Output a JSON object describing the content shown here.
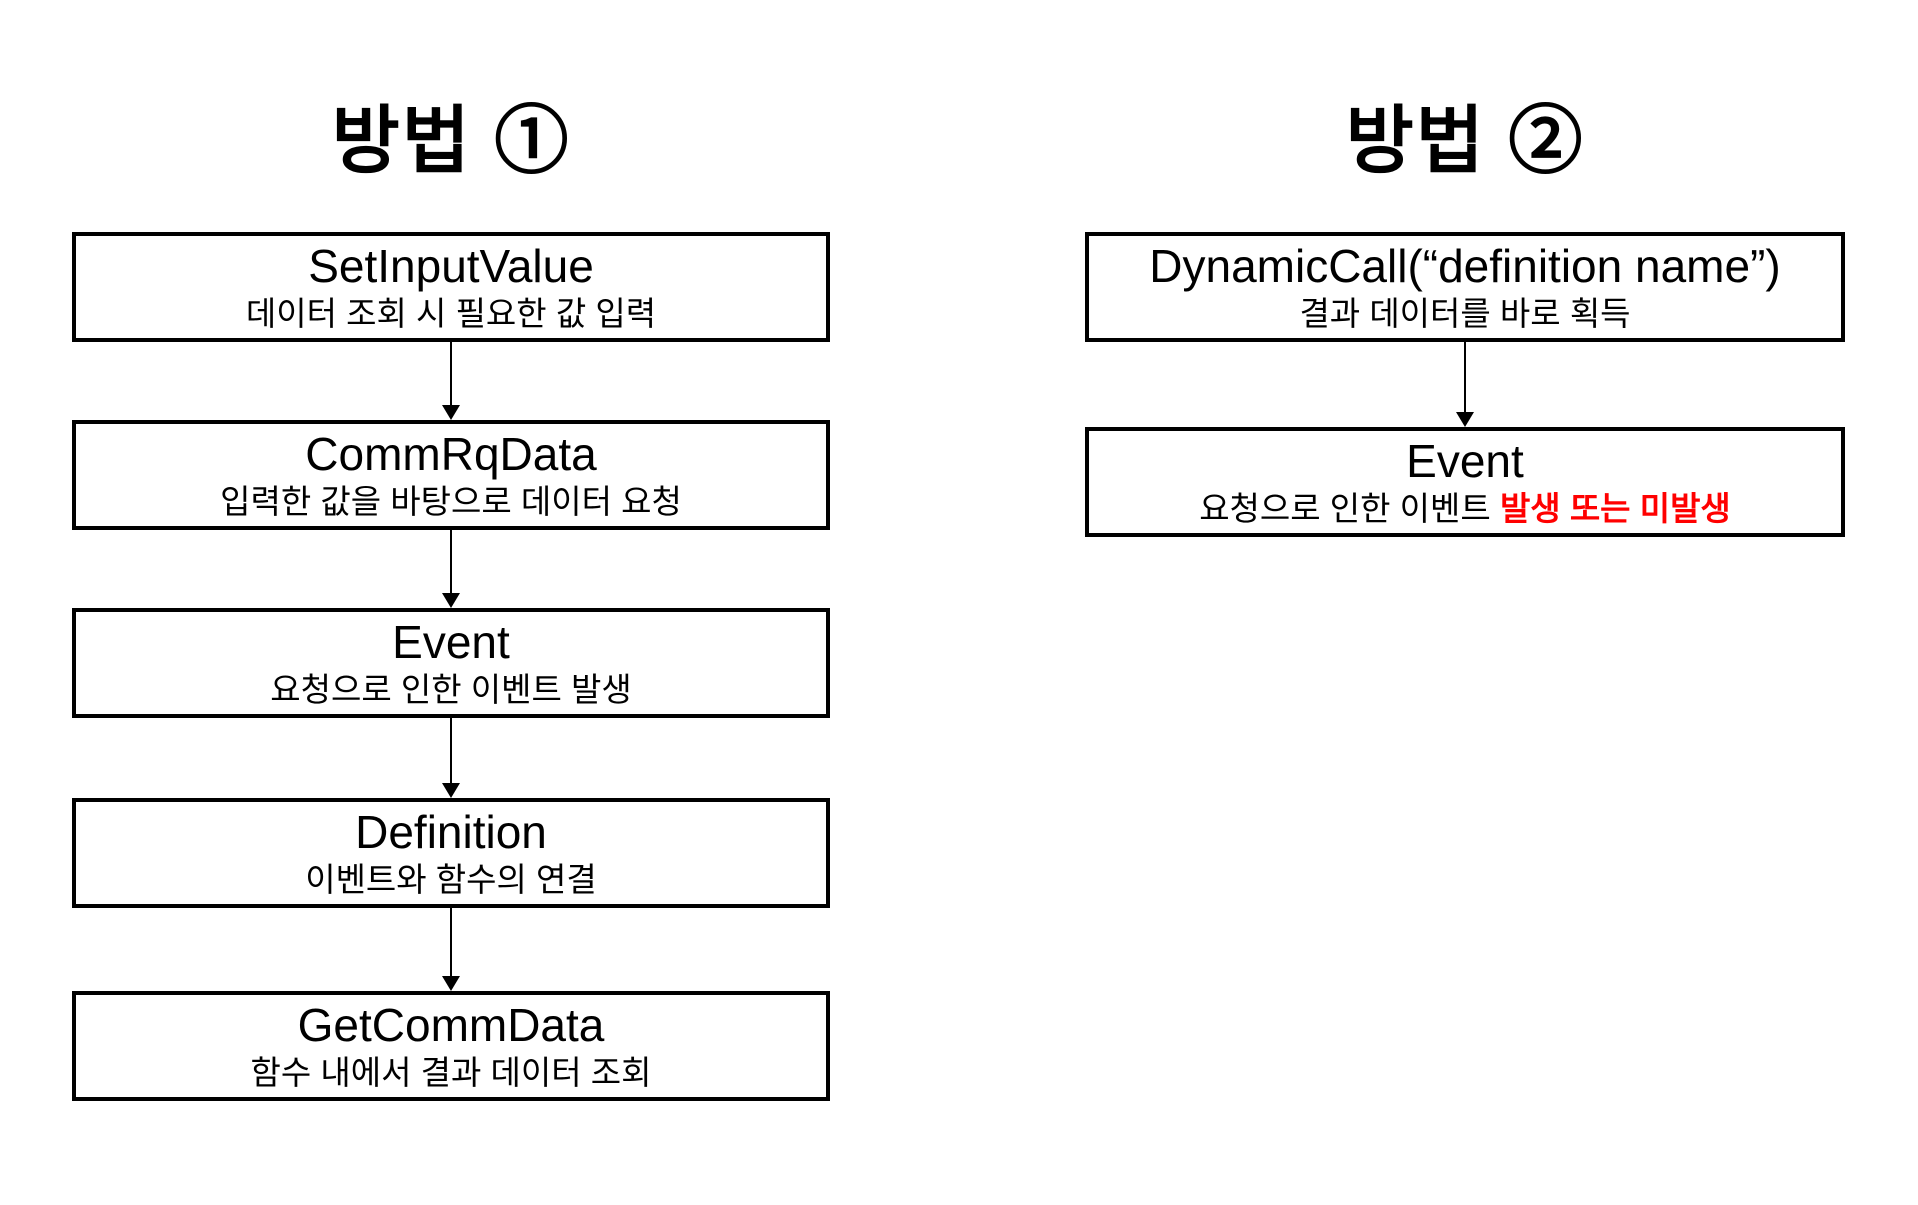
{
  "colors": {
    "background": "#ffffff",
    "foreground": "#000000",
    "highlight_red": "#ff0000"
  },
  "method1": {
    "title": "방법 ①",
    "boxes": [
      {
        "title": "SetInputValue",
        "subtitle": "데이터 조회 시 필요한 값 입력"
      },
      {
        "title": "CommRqData",
        "subtitle": "입력한 값을 바탕으로 데이터 요청"
      },
      {
        "title": "Event",
        "subtitle": "요청으로 인한 이벤트 발생"
      },
      {
        "title": "Definition",
        "subtitle": "이벤트와 함수의 연결"
      },
      {
        "title": "GetCommData",
        "subtitle": "함수 내에서 결과 데이터 조회"
      }
    ]
  },
  "method2": {
    "title": "방법 ②",
    "boxes": [
      {
        "title": "DynamicCall(“definition name”)",
        "subtitle": "결과 데이터를 바로 획득"
      },
      {
        "title": "Event",
        "subtitle_plain": "요청으로 인한 이벤트 ",
        "subtitle_highlight": "발생 또는 미발생"
      }
    ]
  }
}
